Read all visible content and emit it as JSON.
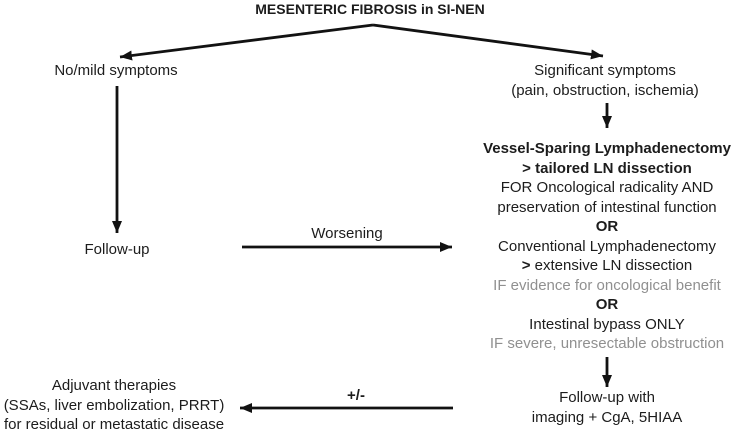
{
  "title": "MESENTERIC FIBROSIS in SI-NEN",
  "colors": {
    "background": "#ffffff",
    "text": "#1c1c1c",
    "muted": "#909090",
    "line": "#121212"
  },
  "nodes": {
    "no_mild_symptoms": {
      "label": "No/mild symptoms"
    },
    "significant_symptoms": {
      "line1": "Significant symptoms",
      "line2": "(pain, obstruction, ischemia)"
    },
    "follow_up": {
      "label": "Follow-up"
    },
    "treatment_options": {
      "lines": [
        {
          "text": "Vessel-Sparing Lymphadenectomy",
          "emphasis": "bold"
        },
        {
          "text": "> tailored LN dissection",
          "emphasis": "bold"
        },
        {
          "text": "FOR Oncological radicality AND",
          "emphasis": "normal"
        },
        {
          "text": "preservation of intestinal function",
          "emphasis": "normal"
        },
        {
          "text": "OR",
          "emphasis": "bold"
        },
        {
          "text": "Conventional Lymphadenectomy",
          "emphasis": "normal"
        },
        {
          "lead": ">",
          "text": "extensive LN dissection",
          "emphasis": "bold-lead"
        },
        {
          "text": "IF evidence for oncological benefit",
          "emphasis": "muted"
        },
        {
          "text": "OR",
          "emphasis": "bold"
        },
        {
          "text": "Intestinal bypass ONLY",
          "emphasis": "normal"
        },
        {
          "text": "IF severe, unresectable obstruction",
          "emphasis": "muted"
        }
      ]
    },
    "follow_up_imaging": {
      "line1": "Follow-up with",
      "line2": "imaging + CgA, 5HIAA"
    },
    "adjuvant_therapies": {
      "line1": "Adjuvant therapies",
      "line2": "(SSAs, liver embolization, PRRT)",
      "line3": "for residual or metastatic disease"
    }
  },
  "edge_labels": {
    "worsening": "Worsening",
    "plus_minus": "+/-"
  }
}
